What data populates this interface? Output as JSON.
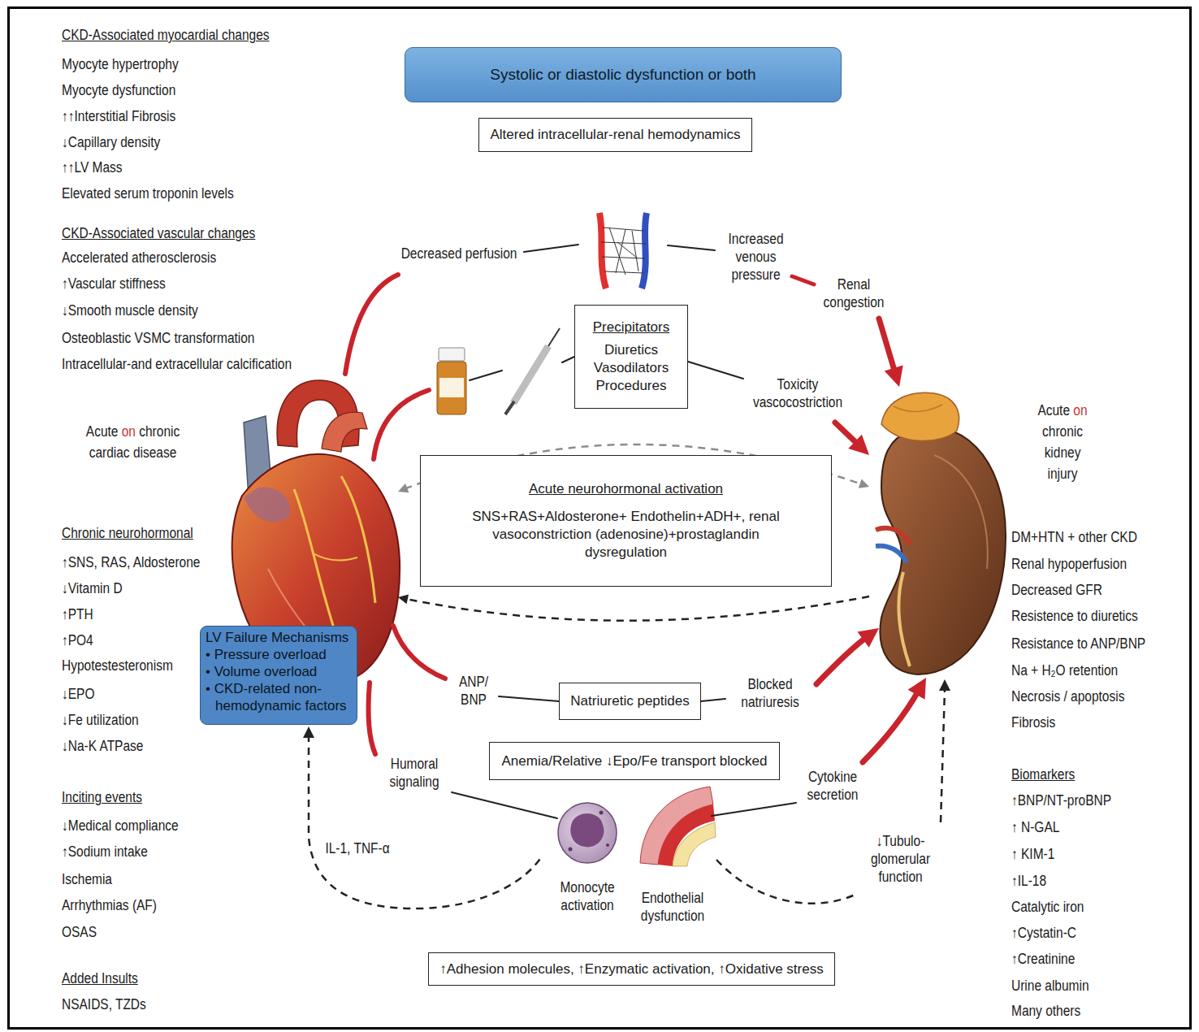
{
  "diagram": {
    "nodes": [
      {
        "text": [
          "Systolic or diastolic dysfunction or both"
        ]
      },
      {
        "text": [
          "Altered intracellular-renal hemodynamics"
        ]
      },
      {
        "text": [
          "Precipitators",
          "Diuretics Vasodilators Procedures"
        ]
      },
      {
        "text": [
          "Acute on chronic cardiac disease"
        ]
      },
      {
        "text": [
          "Acute on chronic kidney injury"
        ]
      },
      {
        "text": [
          "Acute neurohormonal activation",
          "SNS+RAS+Aldosterone+ Endothelin+ADH+, renal vasoconstriction (adenosine)+prostaglandin dysregulation"
        ]
      },
      {
        "text": [
          "LV Failure Mechanisms",
          "• Pressure overload",
          "• Volume overload",
          "• CKD-related non-hemodynamic factors"
        ]
      },
      {
        "text": [
          "Natriuretic peptides"
        ]
      },
      {
        "text": [
          "Anemia/Relative ↓Epo/Fe transport blocked"
        ]
      },
      {
        "text": [
          "↑Adhesion molecules, ↑Enzymatic activation, ↑Oxidative stress"
        ]
      }
    ],
    "edges": [
      {
        "from": 3,
        "to": 4,
        "arrow": "to"
      },
      {
        "from": 3,
        "to": 2,
        "arrow": "none"
      },
      {
        "from": 2,
        "to": 4,
        "label": "Toxicity vascocostriction",
        "arrow": "to"
      },
      {
        "from": 3,
        "to": 4,
        "arrow": "both"
      },
      {
        "from": 4,
        "to": 3,
        "arrow": "to"
      },
      {
        "from": 3,
        "to": 7,
        "label": "ANP/ BNP",
        "arrow": "none"
      },
      {
        "from": 7,
        "to": 4,
        "label": "Blocked natriuresis",
        "arrow": "to"
      },
      {
        "from": 3,
        "to": 4,
        "arrow": "to"
      }
    ],
    "labels": [
      "CKD-Associated myocardial changes",
      "Myocyte hypertrophy",
      "Myocyte dysfunction",
      "↑↑Interstitial Fibrosis",
      "↓Capillary density",
      "↑↑LV Mass",
      "Elevated serum troponin levels",
      "CKD-Associated vascular changes",
      "Accelerated atherosclerosis",
      "↑Vascular stiffness",
      "↓Smooth muscle density",
      "Osteoblastic VSMC transformation",
      "Intracellular-and extracellular calcification",
      "Chronic neurohormonal",
      "↑SNS, RAS, Aldosterone",
      "↓Vitamin D",
      "↑PTH",
      "↑PO4",
      "Hypotestesteronism",
      "↓EPO",
      "↓Fe utilization",
      "↓Na-K ATPase",
      "Inciting events",
      "↓Medical compliance",
      "↑Sodium intake",
      "Ischemia",
      "Arrhythmias (AF)",
      "OSAS",
      "Added Insults",
      "NSAIDS, TZDs",
      "DM+HTN + other CKD",
      "Renal hypoperfusion",
      "Decreased GFR",
      "Resistence to diuretics",
      "Resistance to ANP/BNP",
      "Na + H₂O retention",
      "Necrosis / apoptosis",
      "Fibrosis",
      "Biomarkers",
      "↑BNP/NT-proBNP",
      "↑ N-GAL",
      "↑ KIM-1",
      "↑IL-18",
      "Catalytic iron",
      "↑Cystatin-C",
      "↑Creatinine",
      "Urine albumin",
      "Many others",
      "Decreased perfusion",
      "Increased venous pressure",
      "Renal congestion",
      "Humoral signaling",
      "Monocyte activation",
      "Endothelial dysfunction",
      "Cytokine secretion",
      "IL-1, TNF-α",
      "↓Tubulo-glomerular function"
    ]
  }
}
